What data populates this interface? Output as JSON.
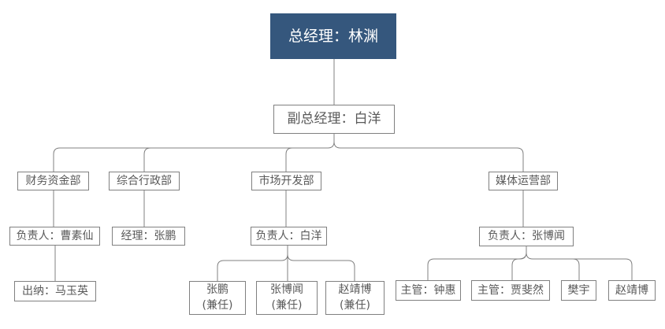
{
  "org": {
    "root": {
      "title": "总经理：林渊"
    },
    "deputy": {
      "title": "副总经理：白洋"
    },
    "departments": [
      {
        "label": "财务资金部",
        "head": "负责人：曹素仙",
        "staff": [
          "出纳：马玉英"
        ]
      },
      {
        "label": "综合行政部",
        "head": "经理：张鹏",
        "staff": []
      },
      {
        "label": "市场开发部",
        "head": "负责人：白洋",
        "staff": [
          {
            "name": "张鹏",
            "note": "(兼任)"
          },
          {
            "name": "张博闻",
            "note": "(兼任)"
          },
          {
            "name": "赵靖博",
            "note": "(兼任)"
          }
        ]
      },
      {
        "label": "媒体运营部",
        "head": "负责人：张博闻",
        "staff": [
          "主管：钟惠",
          "主管：贾斐然",
          "樊宇",
          "赵靖博"
        ]
      }
    ]
  },
  "colors": {
    "root_fill": "#35577D",
    "root_text": "#FFFFFF",
    "box_border": "#808080",
    "box_text": "#595959",
    "connector": "#808080",
    "background": "#FFFFFF"
  }
}
